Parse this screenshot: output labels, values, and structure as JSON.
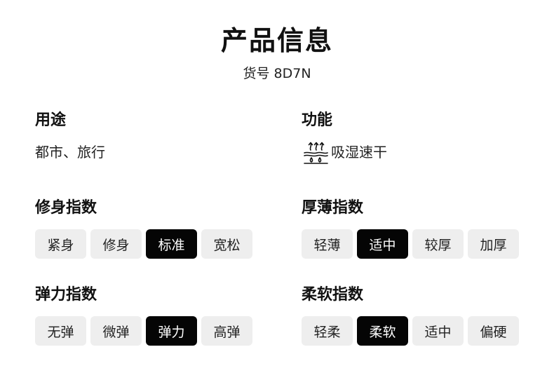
{
  "header": {
    "title": "产品信息",
    "sku": "货号 8D7N"
  },
  "usage": {
    "heading": "用途",
    "value": "都市、旅行"
  },
  "function": {
    "heading": "功能",
    "icon": "moisture-wicking-icon",
    "value": "吸湿速干"
  },
  "fit_index": {
    "heading": "修身指数",
    "options": [
      "紧身",
      "修身",
      "标准",
      "宽松"
    ],
    "selected": "标准"
  },
  "thickness_index": {
    "heading": "厚薄指数",
    "options": [
      "轻薄",
      "适中",
      "较厚",
      "加厚"
    ],
    "selected": "适中"
  },
  "elasticity_index": {
    "heading": "弹力指数",
    "options": [
      "无弹",
      "微弹",
      "弹力",
      "高弹"
    ],
    "selected": "弹力"
  },
  "softness_index": {
    "heading": "柔软指数",
    "options": [
      "轻柔",
      "柔软",
      "适中",
      "偏硬"
    ],
    "selected": "柔软"
  },
  "colors": {
    "selected_bg": "#050505",
    "selected_text": "#ffffff",
    "option_bg": "#eeeeee",
    "option_text": "#222222"
  }
}
